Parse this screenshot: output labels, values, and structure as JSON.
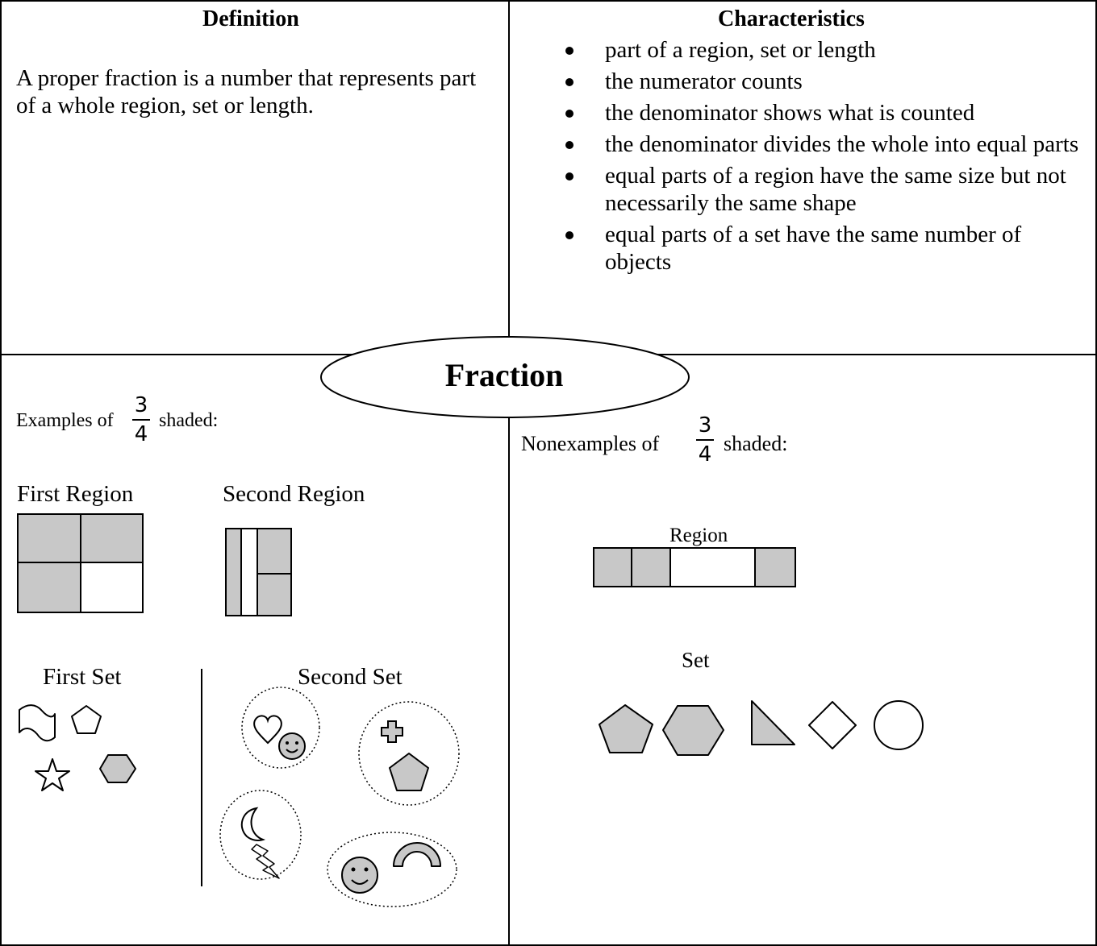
{
  "definition": {
    "heading": "Definition",
    "text": "A proper fraction is a number that represents part of a whole region, set or length."
  },
  "characteristics": {
    "heading": "Characteristics",
    "items": [
      "part of a region, set or length",
      "the numerator counts",
      "the denominator shows what is counted",
      "the denominator divides the whole into equal parts",
      "equal parts of a region have the same size but not necessarily the same shape",
      "equal parts of a set have the same number of objects"
    ]
  },
  "title": "Fraction",
  "fraction": {
    "numerator": "3",
    "denominator": "4"
  },
  "examples": {
    "prefix": "Examples of",
    "suffix": "shaded:",
    "first_region": "First Region",
    "second_region": "Second Region",
    "first_set": "First Set",
    "second_set": "Second Set"
  },
  "nonexamples": {
    "prefix": "Nonexamples of",
    "suffix": "shaded:",
    "region": "Region",
    "set": "Set"
  },
  "colors": {
    "shaded": "#c8c8c8",
    "line": "#000000",
    "background": "#ffffff"
  }
}
